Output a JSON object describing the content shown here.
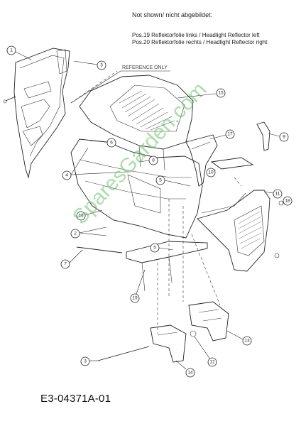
{
  "header": {
    "title": "Not shown/ nicht abgebildet:",
    "line1": "Pos.19  Reflektorfolie links / Headlight Reflector left",
    "line2": "Pos.20  Reflektorfolie rechts / Headlight Reflector right"
  },
  "reference_label": "REFERENCE ONLY",
  "watermark": "SparesGarden.com",
  "drawing_code": "E3-04371A-01",
  "callouts": {
    "c1": "1",
    "c3a": "3",
    "c15": "15",
    "c9": "9",
    "c6": "6",
    "c17": "17",
    "c4": "4",
    "c8": "8",
    "c10": "10",
    "c5a": "5",
    "c11": "11",
    "c18": "18",
    "c16": "16",
    "c2": "2",
    "c7": "7",
    "c5b": "5",
    "c19": "19",
    "c13": "13",
    "c3b": "3",
    "c12": "12",
    "c14": "14"
  }
}
